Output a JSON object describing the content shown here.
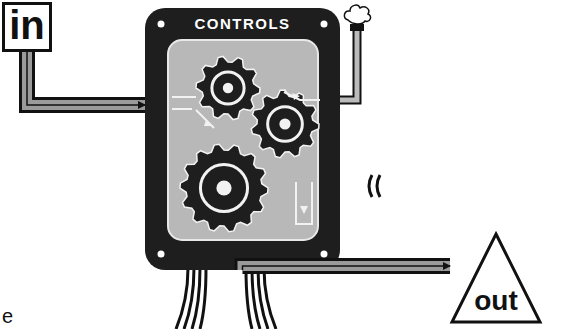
{
  "diagram": {
    "nodes": [
      {
        "text": [
          "in"
        ]
      },
      {
        "text": [
          "CONTROLS"
        ]
      },
      {
        "text": [
          "out"
        ]
      }
    ],
    "edges": [
      {
        "from": 0,
        "to": 1,
        "arrow": "to"
      },
      {
        "from": 1,
        "to": 2,
        "arrow": "to"
      }
    ],
    "labels": [
      "e"
    ]
  }
}
